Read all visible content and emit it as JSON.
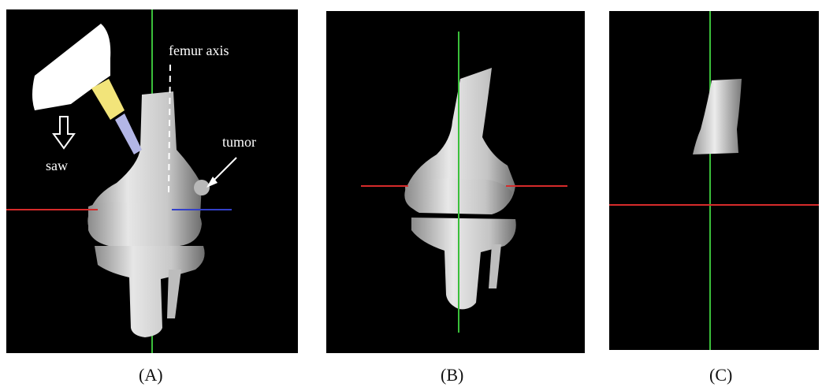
{
  "panels": [
    {
      "caption": "(A)",
      "labels": {
        "femur_axis": "femur axis",
        "tumor": "tumor",
        "saw": "saw"
      }
    },
    {
      "caption": "(B)"
    },
    {
      "caption": "(C)"
    }
  ],
  "colors": {
    "background": "#000000",
    "bone": "#d9d9d9",
    "saw_body": "#ffffff",
    "saw_holder": "#f2e47a",
    "saw_blade": "#b3b6e6",
    "axis_green": "#3bbf3b",
    "axis_red": "#d62b2b",
    "axis_blue": "#3340c8"
  }
}
